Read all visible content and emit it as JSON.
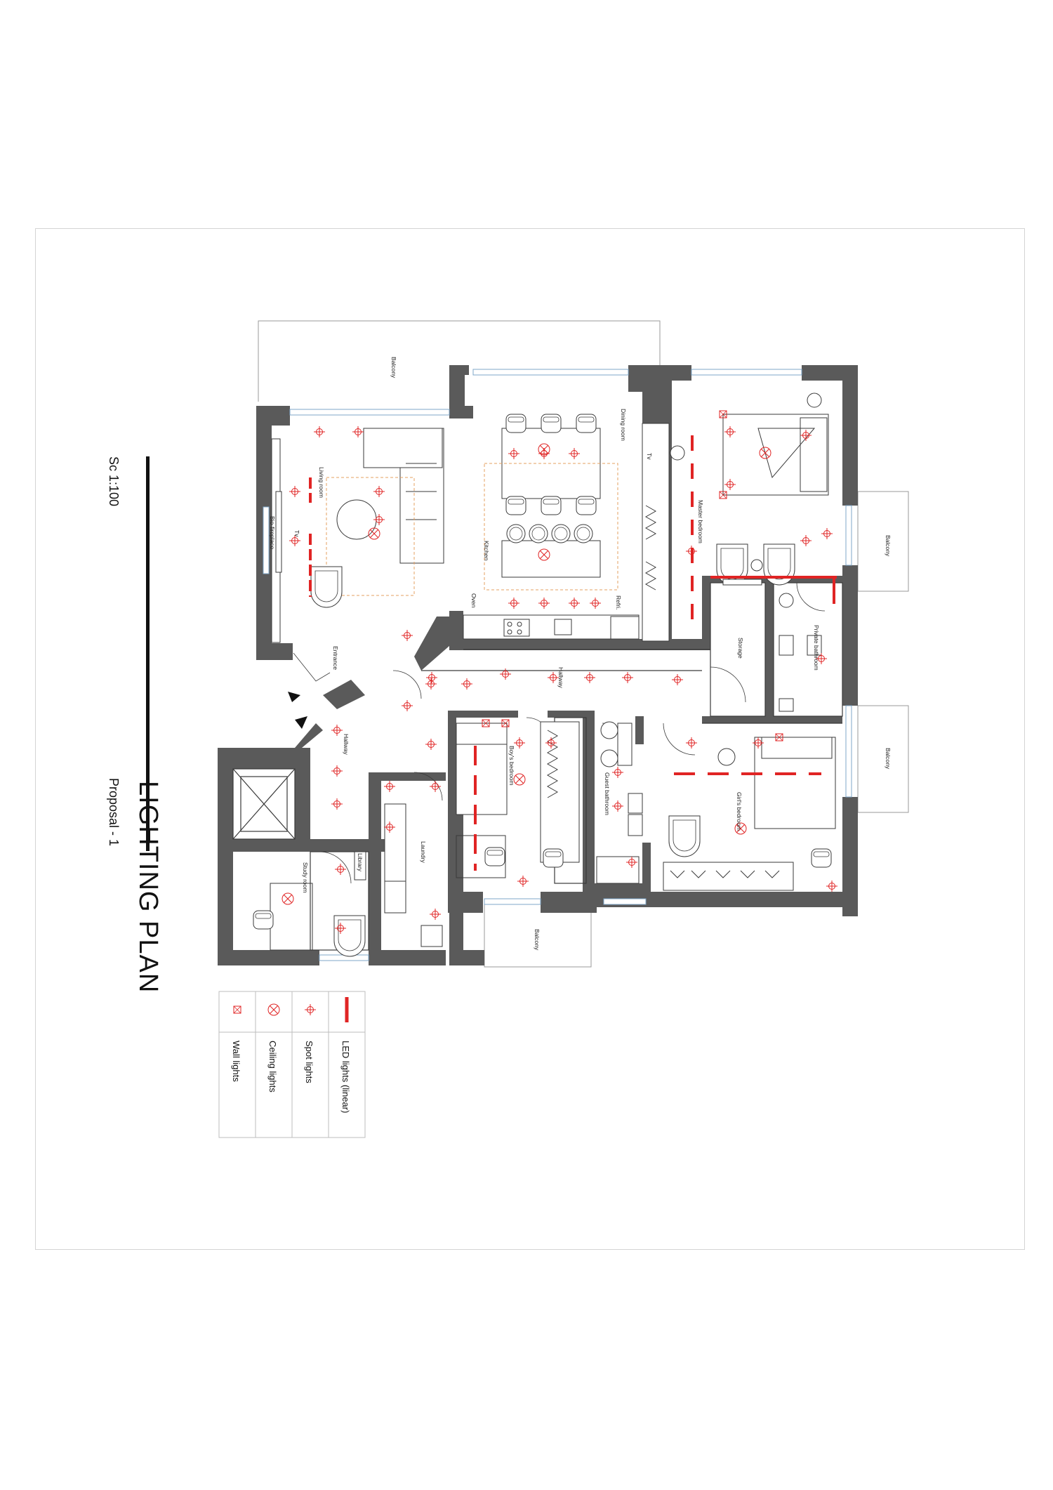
{
  "sheet": {
    "title": "LIGHTING PLAN",
    "scale": "Sc 1:100",
    "proposal": "Proposal - 1"
  },
  "rooms": {
    "balcony_top": "Balcony",
    "living_room": "Living room",
    "bio_fireplace": "Bio-fireplace",
    "tv_living": "Tv",
    "dining_room": "Dining room",
    "kitchen": "Kitchen",
    "oven": "Oven",
    "refri": "Refri.",
    "tv_master": "Tv",
    "master_bedroom": "Master bedroom",
    "balcony_right_top": "Balcony",
    "storage": "Storage",
    "private_bathroom": "Private bathroom",
    "entrance": "Entrance",
    "hallway_upper": "Hallway",
    "hallway_lower": "Hallway",
    "boys_bedroom": "Boy's bedroom",
    "guest_bathroom": "Guest bathroom",
    "balcony_right_bottom": "Balcony",
    "girls_bedroom": "Girl's bedroom",
    "laundry": "Laundry",
    "library": "Library",
    "study_room": "Study room",
    "balcony_bottom": "Balcony"
  },
  "legend": [
    {
      "symbol": "led-linear",
      "label": "LED lights (linear)"
    },
    {
      "symbol": "spot",
      "label": "Spot lights"
    },
    {
      "symbol": "ceiling",
      "label": "Ceiling lights"
    },
    {
      "symbol": "wall",
      "label": "Wall lights"
    }
  ],
  "colors": {
    "wall": "#5a5a5a",
    "light": "#e02424",
    "line": "#3a3a3a",
    "glass": "#7fa7c9",
    "rug": "#e5a060"
  }
}
